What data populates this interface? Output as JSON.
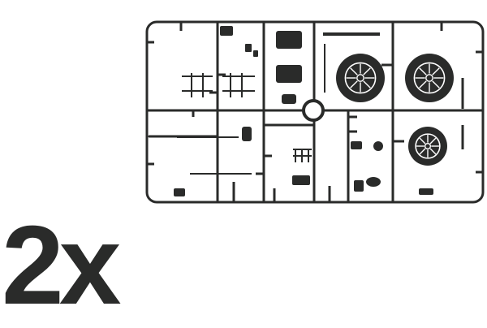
{
  "colors": {
    "sprue": "#2a2b2a",
    "background": "#ffffff"
  },
  "quantity_label": "2x",
  "icons": [
    "sprue-frame",
    "wheel-part"
  ]
}
